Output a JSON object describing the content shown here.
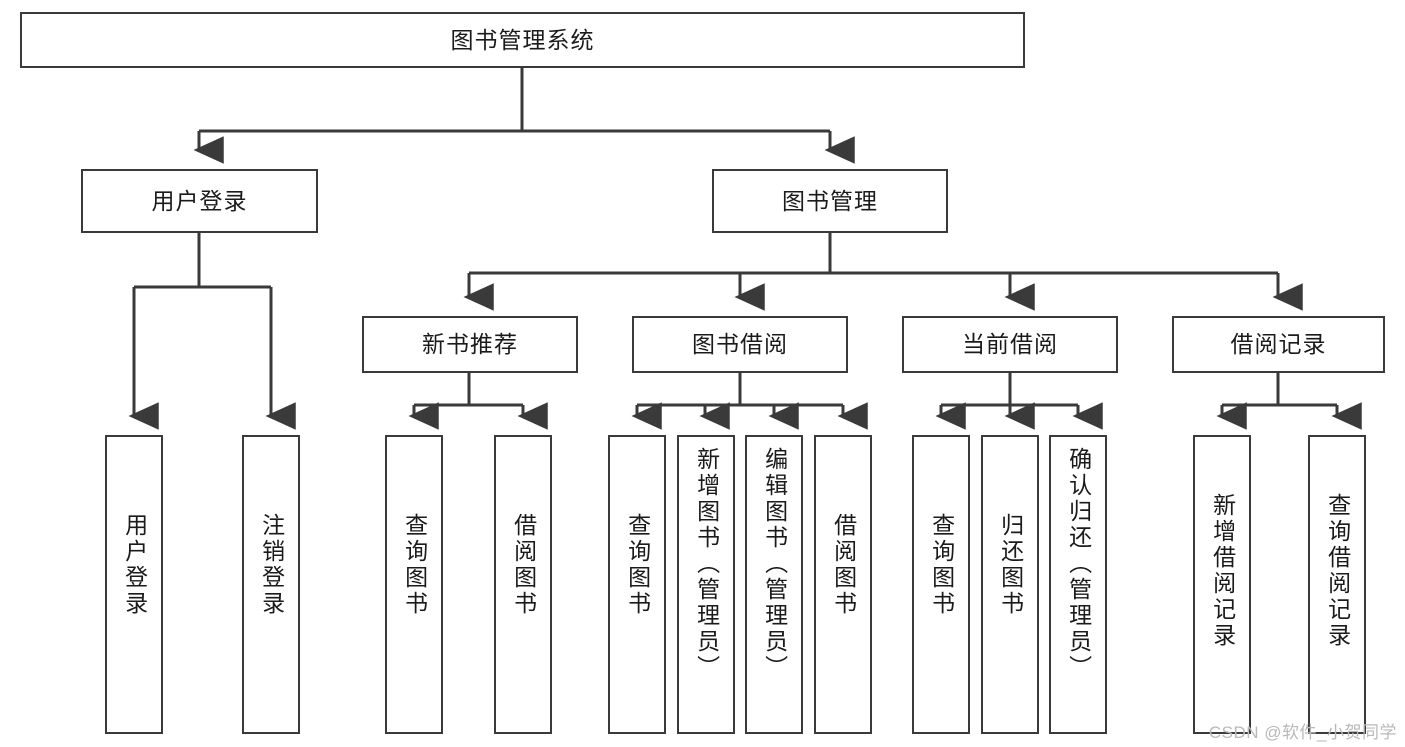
{
  "diagram": {
    "type": "tree-hierarchy-chart",
    "title": "图书管理系统",
    "watermark": "CSDN @软件_小贺同学",
    "colors": {
      "box_border": "#3a3a3a",
      "box_fill": "#ffffff",
      "connector": "#3a3a3a",
      "text": "#1b1b1b",
      "watermark": "#b9b9b9"
    },
    "levels": {
      "root": {
        "label": "图书管理系统"
      },
      "level2": [
        {
          "label": "用户登录"
        },
        {
          "label": "图书管理"
        }
      ],
      "level3": [
        {
          "label": "新书推荐"
        },
        {
          "label": "图书借阅"
        },
        {
          "label": "当前借阅"
        },
        {
          "label": "借阅记录"
        }
      ],
      "leaves": {
        "user_login": [
          {
            "label": "用户登录"
          },
          {
            "label": "注销登录"
          }
        ],
        "new_book_recommend": [
          {
            "label": "查询图书"
          },
          {
            "label": "借阅图书"
          }
        ],
        "book_borrow": [
          {
            "label": "查询图书"
          },
          {
            "label": "新增图书（管理员）"
          },
          {
            "label": "编辑图书（管理员）"
          },
          {
            "label": "借阅图书"
          }
        ],
        "current_borrow": [
          {
            "label": "查询图书"
          },
          {
            "label": "归还图书"
          },
          {
            "label": "确认归还（管理员）"
          }
        ],
        "borrow_records": [
          {
            "label": "新增借阅记录"
          },
          {
            "label": "查询借阅记录"
          }
        ]
      }
    }
  }
}
